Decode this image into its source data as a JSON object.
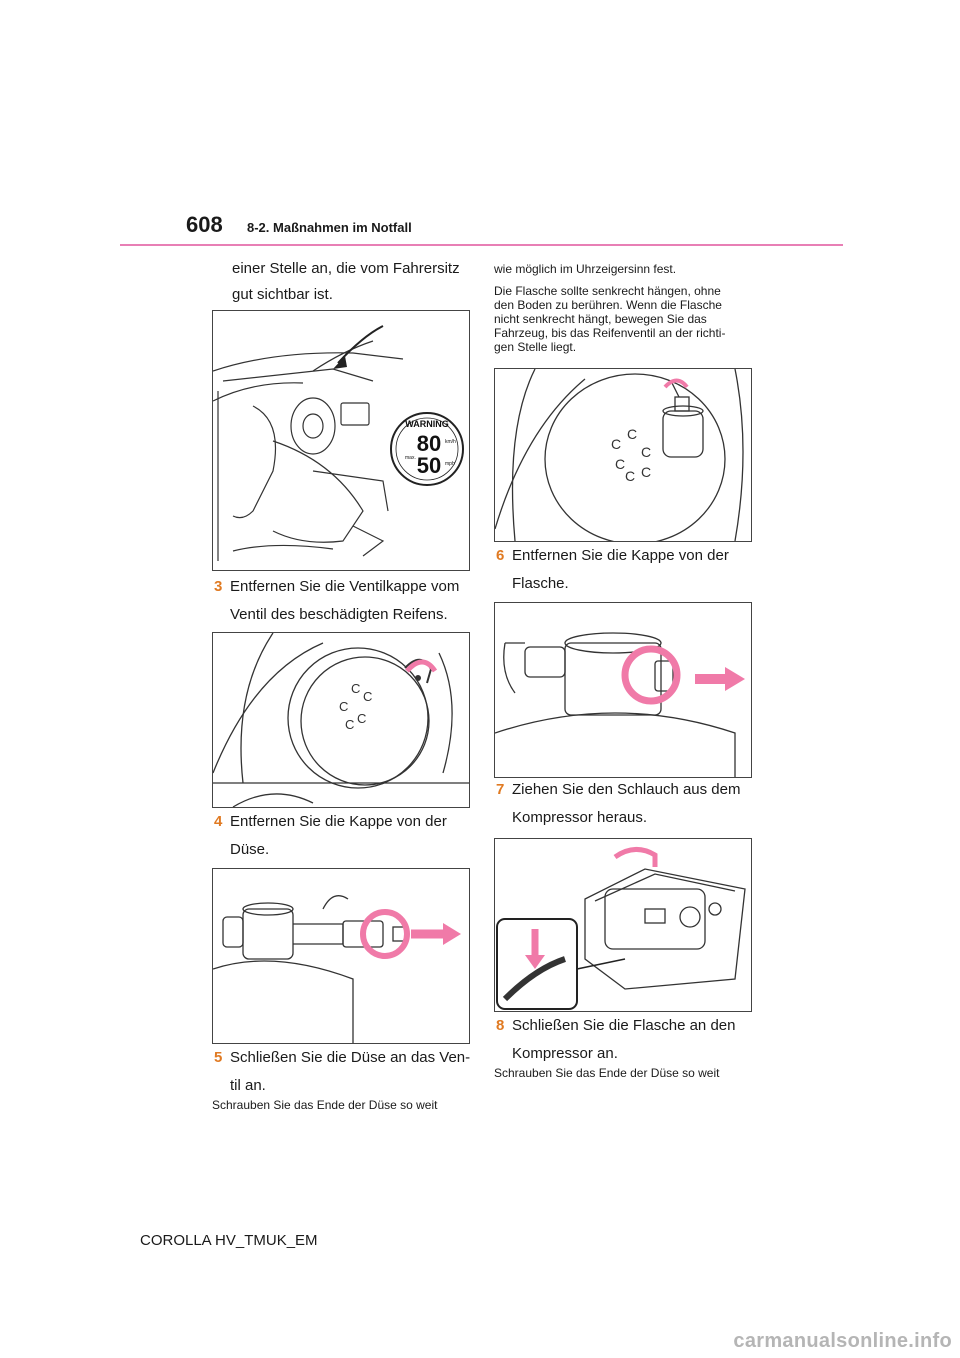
{
  "header": {
    "page_number": "608",
    "section": "8-2. Maßnahmen im Notfall"
  },
  "left": {
    "intro_line1": "einer Stelle an, die vom Fahrersitz",
    "intro_line2": "gut sichtbar ist.",
    "warning_label": {
      "title": "WARNING",
      "max": "max.",
      "speed_kmh": "80",
      "speed_mph": "50",
      "unit_kmh": "km/h",
      "unit_mph": "mph"
    },
    "step3": {
      "num": "3",
      "line1": "Entfernen Sie die Ventilkappe vom",
      "line2": "Ventil des beschädigten Reifens."
    },
    "step4": {
      "num": "4",
      "line1": "Entfernen Sie die Kappe von der",
      "line2": "Düse."
    },
    "step5": {
      "num": "5",
      "line1": "Schließen Sie die Düse an das Ven-",
      "line2": "til an."
    },
    "step5_note": "Schrauben Sie das Ende der Düse so weit"
  },
  "right": {
    "cont_line1": "wie möglich im Uhrzeigersinn fest.",
    "note_lines": [
      "Die Flasche sollte senkrecht hängen, ohne",
      "den Boden zu berühren. Wenn die Flasche",
      "nicht senkrecht hängt, bewegen Sie das",
      "Fahrzeug, bis das Reifenventil an der richti-",
      "gen Stelle liegt."
    ],
    "step6": {
      "num": "6",
      "line1": "Entfernen Sie die Kappe von der",
      "line2": "Flasche."
    },
    "step7": {
      "num": "7",
      "line1": "Ziehen Sie den Schlauch aus dem",
      "line2": "Kompressor heraus."
    },
    "step8": {
      "num": "8",
      "line1": "Schließen Sie die Flasche an den",
      "line2": "Kompressor an."
    },
    "step8_note": "Schrauben Sie das Ende der Düse so weit"
  },
  "footer": {
    "model": "COROLLA HV_TMUK_EM",
    "watermark": "carmanualsonline.info"
  },
  "colors": {
    "accent_rule": "#e87fb5",
    "step_number": "#e07a22",
    "arrow_pink": "#f07aa8"
  }
}
